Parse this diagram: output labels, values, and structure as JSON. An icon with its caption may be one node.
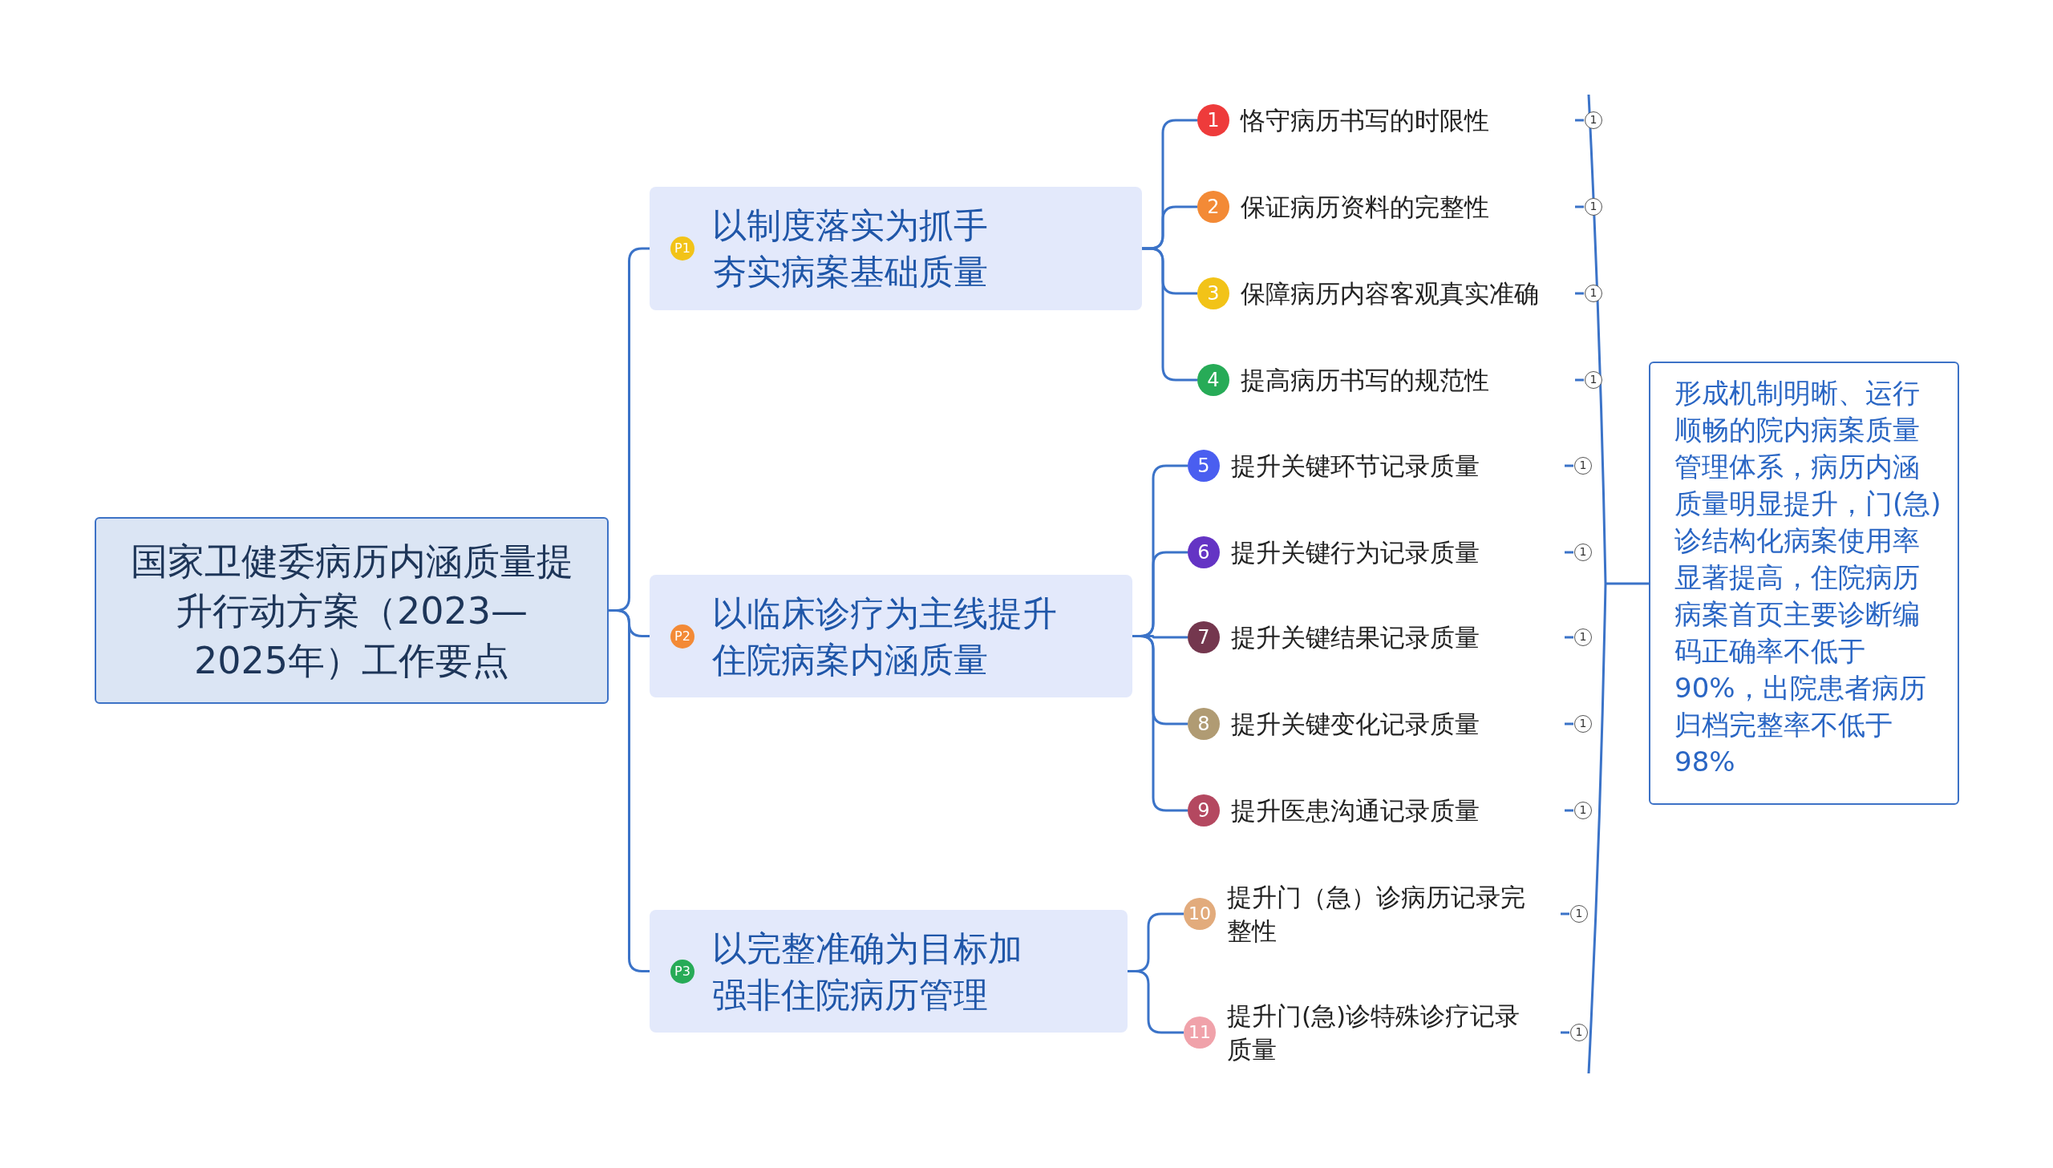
{
  "diagram": {
    "nodes": [
      {
        "text": [
          "国家卫健委病历内涵质量提升行动方案（2023—2025年）工作要点"
        ]
      },
      {
        "text": [
          "P1",
          "以制度落实为抓手夯实病案基础质量"
        ]
      },
      {
        "text": [
          "1",
          "恪守病历书写的时限性"
        ]
      },
      {
        "text": [
          "2",
          "保证病历资料的完整性"
        ]
      },
      {
        "text": [
          "3",
          "保障病历内容客观真实准确"
        ]
      },
      {
        "text": [
          "4",
          "提高病历书写的规范性"
        ]
      },
      {
        "text": [
          "P2",
          "以临床诊疗为主线提升住院病案内涵质量"
        ]
      },
      {
        "text": [
          "5",
          "提升关键环节记录质量"
        ]
      },
      {
        "text": [
          "6",
          "提升关键行为记录质量"
        ]
      },
      {
        "text": [
          "7",
          "提升关键结果记录质量"
        ]
      },
      {
        "text": [
          "8",
          "提升关键变化记录质量"
        ]
      },
      {
        "text": [
          "9",
          "提升医患沟通记录质量"
        ]
      },
      {
        "text": [
          "P3",
          "以完整准确为目标加强非住院病历管理"
        ]
      },
      {
        "text": [
          "10",
          "提升门（急）诊病历记录完整性"
        ]
      },
      {
        "text": [
          "11",
          "提升门(急)诊特殊诊疗记录质量"
        ]
      },
      {
        "text": [
          "形成机制明晰、运行顺畅的院内病案质量管理体系，病历内涵质量明显提升，门(急)诊结构化病案使用率显著提高，住院病历病案首页主要诊断编码正确率不低于90%，出院患者病历归档完整率不低于98%"
        ]
      }
    ],
    "edges": [
      {
        "from": 0,
        "to": 1,
        "arrow": "none"
      },
      {
        "from": 0,
        "to": 6,
        "arrow": "none"
      },
      {
        "from": 0,
        "to": 12,
        "arrow": "none"
      },
      {
        "from": 1,
        "to": 2,
        "arrow": "none"
      },
      {
        "from": 1,
        "to": 3,
        "arrow": "none"
      },
      {
        "from": 1,
        "to": 4,
        "arrow": "none"
      },
      {
        "from": 1,
        "to": 5,
        "arrow": "none"
      },
      {
        "from": 6,
        "to": 7,
        "arrow": "none"
      },
      {
        "from": 6,
        "to": 8,
        "arrow": "none"
      },
      {
        "from": 6,
        "to": 9,
        "arrow": "none"
      },
      {
        "from": 6,
        "to": 10,
        "arrow": "none"
      },
      {
        "from": 6,
        "to": 11,
        "arrow": "none"
      },
      {
        "from": 12,
        "to": 13,
        "arrow": "none"
      },
      {
        "from": 12,
        "to": 14,
        "arrow": "none"
      }
    ],
    "labels": [
      "1",
      "1",
      "1",
      "1",
      "1",
      "1",
      "1",
      "1",
      "1",
      "1",
      "1"
    ]
  }
}
